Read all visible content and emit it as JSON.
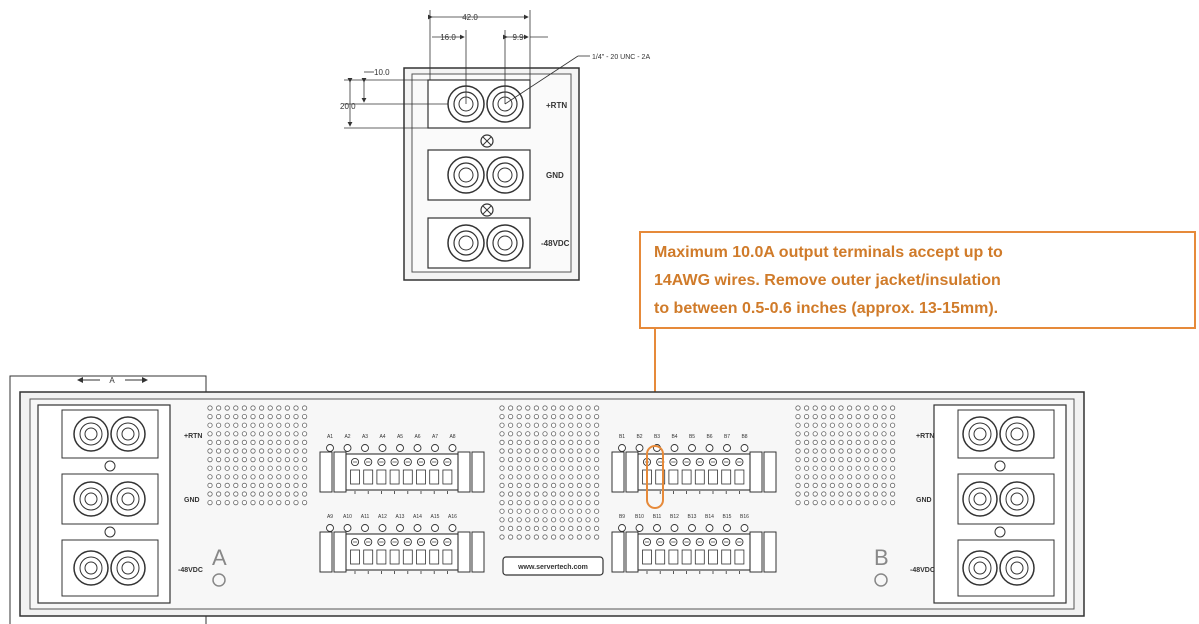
{
  "colors": {
    "callout": "#e68a3a",
    "callout_text": "#d07b2a",
    "line": "#333333",
    "panel_fill": "#f4f4f4"
  },
  "top_view": {
    "dim_total": "42.0",
    "dim_left": "16.0",
    "dim_right": "9.9",
    "dim_v_small": "10.0",
    "dim_v_large": "20.0",
    "thread_note": "1/4\" - 20 UNC - 2A",
    "terminal_labels": [
      "+RTN",
      "GND",
      "-48VDC"
    ]
  },
  "callout": {
    "lines": [
      "Maximum 10.0A output terminals accept up to",
      "14AWG wires. Remove outer jacket/insulation",
      "to between 0.5-0.6 inches (approx. 13-15mm)."
    ]
  },
  "front_view": {
    "section_label": "A",
    "left_labels": [
      "+RTN",
      "GND",
      "-48VDC"
    ],
    "right_labels": [
      "+RTN",
      "GND",
      "-48VDC"
    ],
    "side_a": "A",
    "side_b": "B",
    "url": "www.servertech.com",
    "block_a_top_labels": [
      "A1",
      "A2",
      "A3",
      "A4",
      "A5",
      "A6",
      "A7",
      "A8"
    ],
    "block_a_bottom_labels": [
      "A9",
      "A10",
      "A11",
      "A12",
      "A13",
      "A14",
      "A15",
      "A16"
    ],
    "block_b_top_labels": [
      "B1",
      "B2",
      "B3",
      "B4",
      "B5",
      "B6",
      "B7",
      "B8"
    ],
    "block_b_bottom_labels": [
      "B9",
      "B10",
      "B11",
      "B12",
      "B13",
      "B14",
      "B15",
      "B16"
    ]
  }
}
